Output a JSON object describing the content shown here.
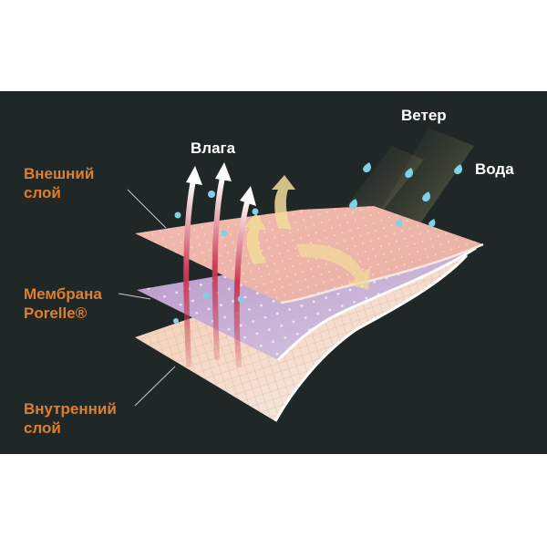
{
  "labels": {
    "outer_layer": "Внешний\nслой",
    "membrane": "Мембрана\nPorelle®",
    "inner_layer": "Внутренний\nслой",
    "moisture": "Влага",
    "wind": "Ветер",
    "water": "Вода"
  },
  "colors": {
    "background": "#1f2826",
    "label_orange": "#e07e2e",
    "label_white": "#ffffff",
    "outer_layer": "#f2b9ad",
    "membrane_layer": "#b796c8",
    "inner_layer": "#f6c8aa",
    "arrow_moisture": "#c83a52",
    "arrow_wind": "#e8d08a",
    "droplet": "#7fd0e8"
  },
  "icons": [
    "moisture-arrow-icon",
    "wind-arrow-icon",
    "water-droplet-icon"
  ]
}
